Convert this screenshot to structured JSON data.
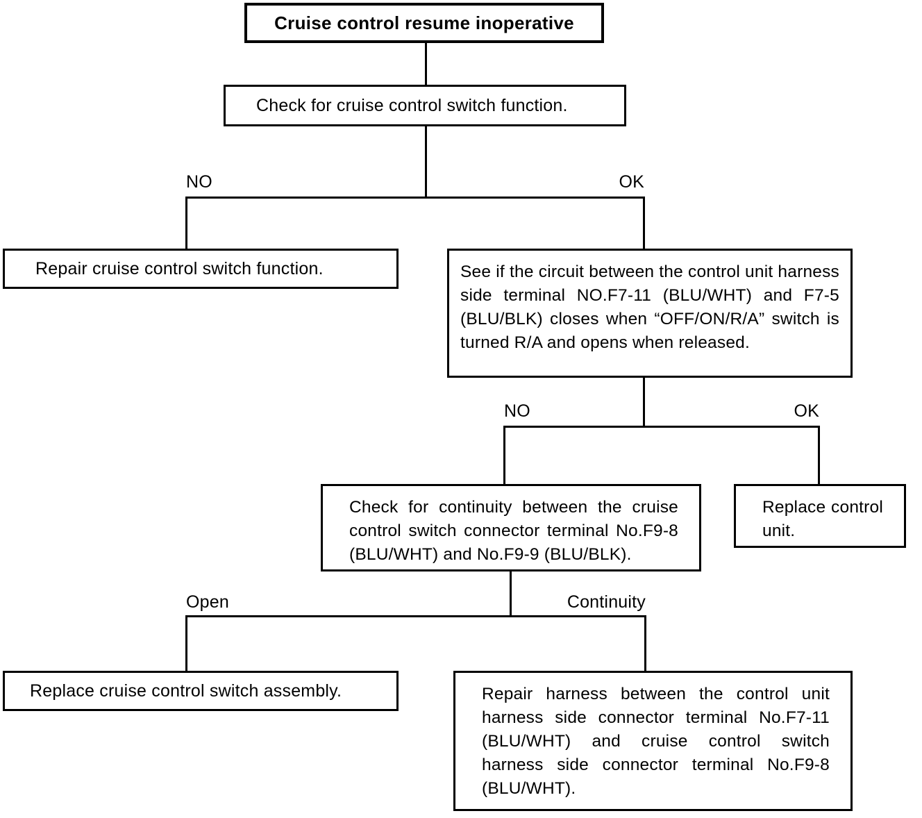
{
  "diagram": {
    "type": "troubleshooting-flowchart",
    "title": "Cruise control resume inoperative",
    "nodes": {
      "start": "Cruise control resume inoperative",
      "check_switch_function": "Check for cruise control switch function.",
      "repair_switch_function": "Repair cruise control switch function.",
      "see_if_circuit": "See if the circuit between the control unit harness side terminal NO.F7-11 (BLU/WHT) and F7-5 (BLU/BLK) closes when “OFF/ON/R/A” switch is turned R/A and opens when released.",
      "check_continuity": "Check for continuity between the cruise control switch connector terminal No.F9-8 (BLU/WHT) and No.F9-9 (BLU/BLK).",
      "replace_control_unit": "Replace control unit.",
      "replace_switch_assembly": "Replace cruise control switch assembly.",
      "repair_harness": "Repair harness between the control unit harness side connector terminal No.F7-11 (BLU/WHT) and cruise control switch harness side connector terminal No.F9-8 (BLU/WHT)."
    },
    "branch_labels": {
      "b1_left": "NO",
      "b1_right": "OK",
      "b2_left": "NO",
      "b2_right": "OK",
      "b3_left": "Open",
      "b3_right": "Continuity"
    },
    "colors": {
      "line": "#000000",
      "background": "#ffffff",
      "text": "#000000"
    }
  }
}
